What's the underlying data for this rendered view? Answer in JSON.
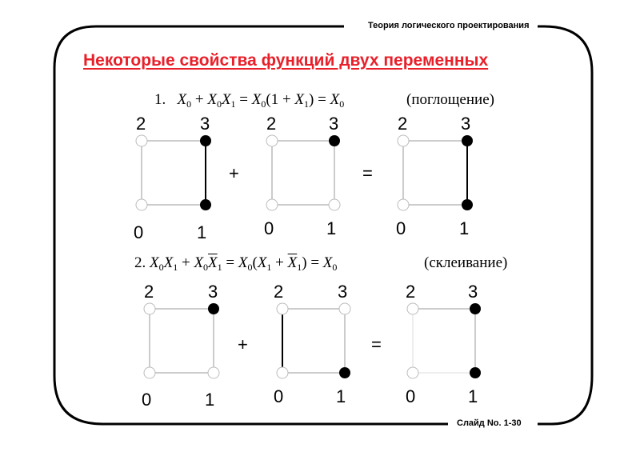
{
  "header": {
    "course": "Теория логического проектирования"
  },
  "title": "Некоторые свойства функций двух переменных",
  "footer": {
    "slide_number": "Слайд No. 1-30"
  },
  "properties": [
    {
      "number": "1.",
      "name": "(поглощение)",
      "operators": [
        "+",
        "="
      ],
      "cubes": [
        {
          "labels": [
            "0",
            "1",
            "2",
            "3"
          ],
          "filled": [
            false,
            true,
            false,
            true
          ]
        },
        {
          "labels": [
            "0",
            "1",
            "2",
            "3"
          ],
          "filled": [
            false,
            false,
            false,
            true
          ]
        },
        {
          "labels": [
            "0",
            "1",
            "2",
            "3"
          ],
          "filled": [
            false,
            true,
            false,
            true
          ]
        }
      ]
    },
    {
      "number": "2.",
      "name": "(склеивание)",
      "operators": [
        "+",
        "="
      ],
      "cubes": [
        {
          "labels": [
            "0",
            "1",
            "2",
            "3"
          ],
          "filled": [
            false,
            false,
            false,
            true
          ]
        },
        {
          "labels": [
            "0",
            "1",
            "2",
            "3"
          ],
          "filled": [
            false,
            true,
            false,
            false
          ]
        },
        {
          "labels": [
            "0",
            "1",
            "2",
            "3"
          ],
          "filled": [
            false,
            true,
            false,
            true
          ]
        }
      ]
    }
  ]
}
